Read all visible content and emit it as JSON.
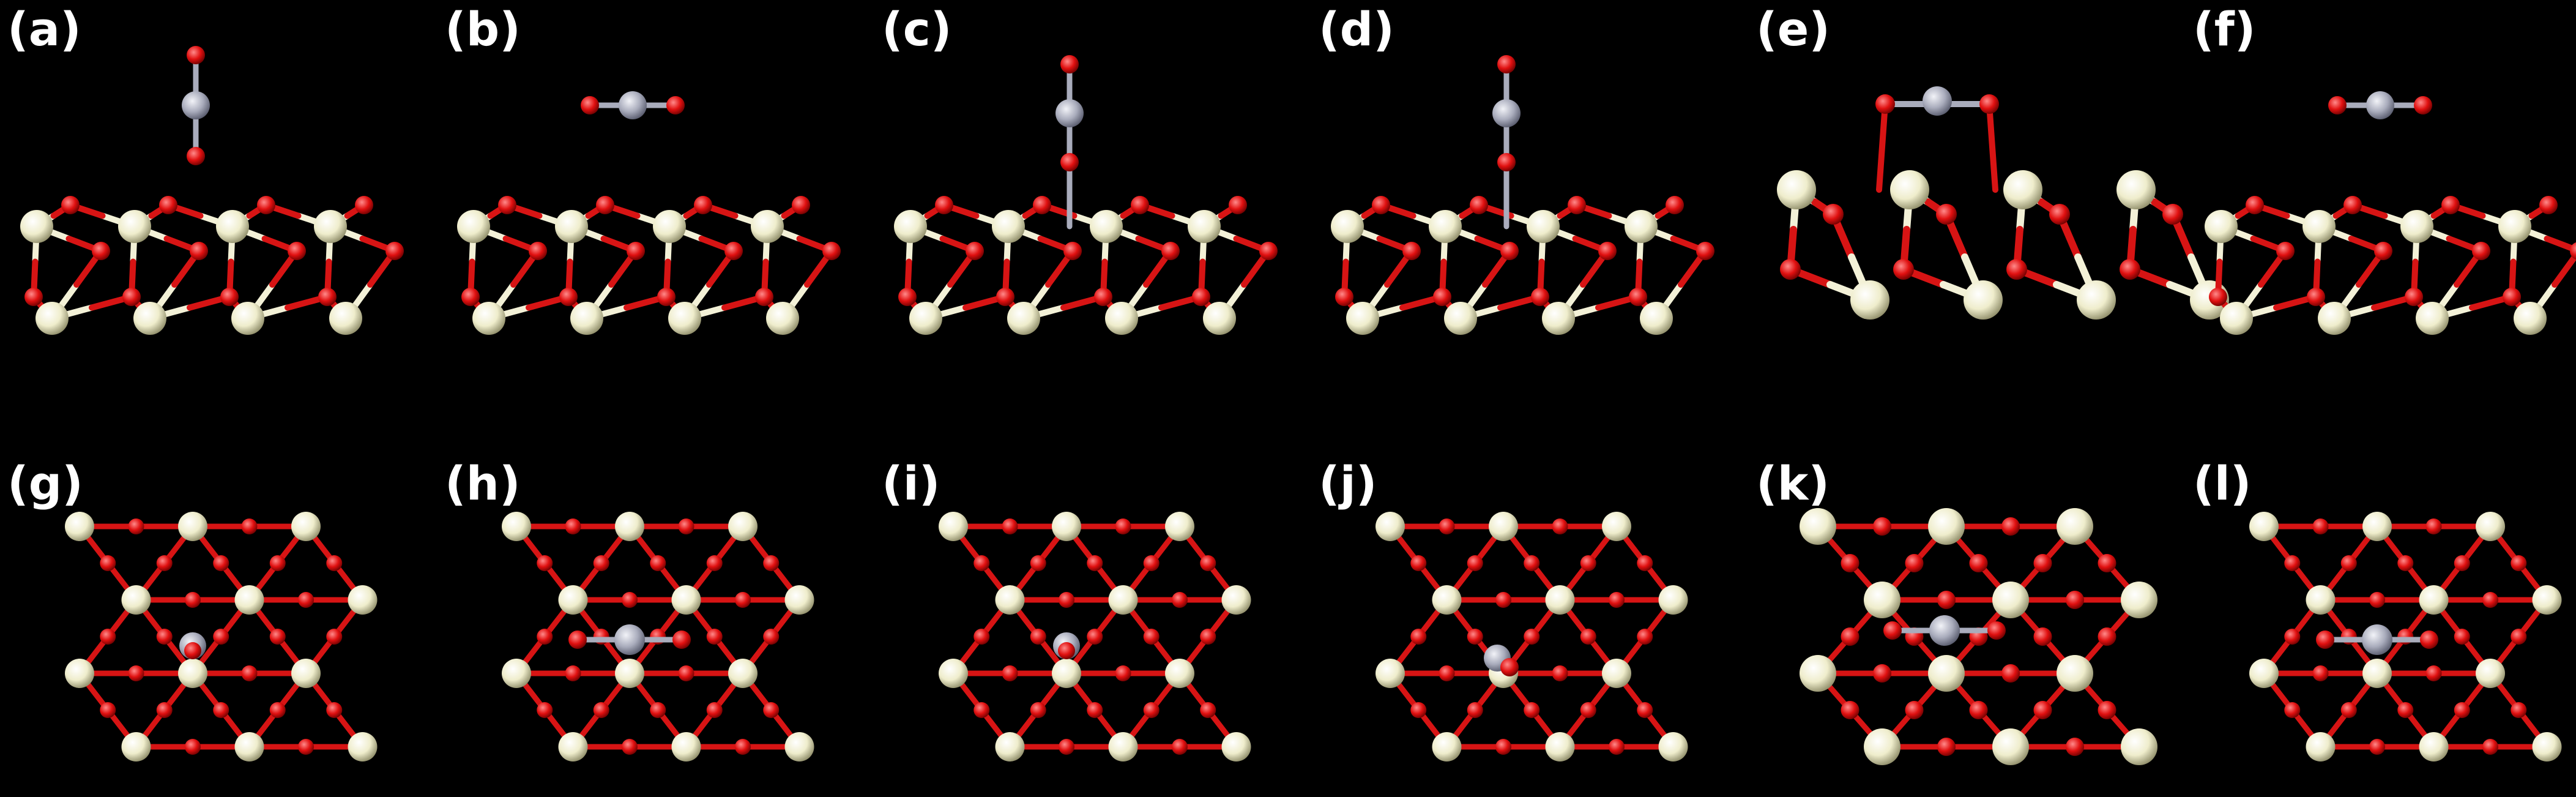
{
  "colors": {
    "background": "#000000",
    "label": "#ffffff",
    "metal_atom": "#efedcc",
    "oxygen_atom": "#e01010",
    "adsorbate_metal": "#a9acbc",
    "metal_bond": "#f3f1d7",
    "oxygen_bond": "#d71414"
  },
  "panels": [
    {
      "label": "(a)",
      "view": "side",
      "adsorbate": "vertical"
    },
    {
      "label": "(b)",
      "view": "side",
      "adsorbate": "horizontal"
    },
    {
      "label": "(c)",
      "view": "side",
      "adsorbate": "vertical-bound"
    },
    {
      "label": "(d)",
      "view": "side",
      "adsorbate": "vertical-bound"
    },
    {
      "label": "(e)",
      "view": "side",
      "adsorbate": "bridged"
    },
    {
      "label": "(f)",
      "view": "side",
      "adsorbate": "horizontal"
    },
    {
      "label": "(g)",
      "view": "top",
      "adsorbate": "center"
    },
    {
      "label": "(h)",
      "view": "top",
      "adsorbate": "center-horizontal"
    },
    {
      "label": "(i)",
      "view": "top",
      "adsorbate": "center"
    },
    {
      "label": "(j)",
      "view": "top",
      "adsorbate": "center-tilted"
    },
    {
      "label": "(k)",
      "view": "top",
      "adsorbate": "center-horizontal"
    },
    {
      "label": "(l)",
      "view": "top",
      "adsorbate": "center-horizontal"
    }
  ]
}
